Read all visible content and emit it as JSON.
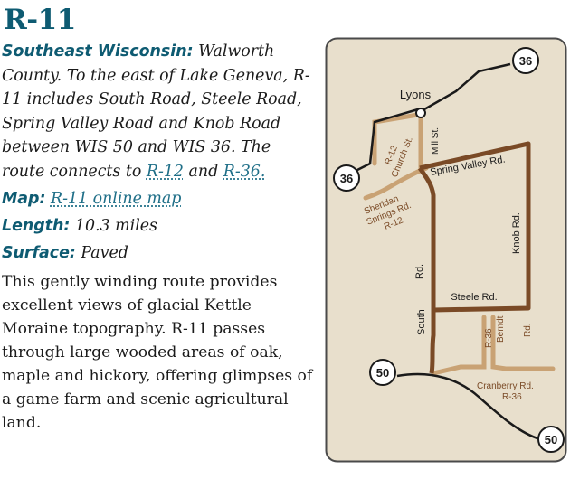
{
  "title": "R-11",
  "intro": {
    "region": "Southeast Wisconsin:",
    "text1": " Walworth County. To the east of Lake Geneva, R-11 includes South Road, Steele Road, Spring Valley Road and Knob Road between WIS 50 and WIS 36. The route connects to ",
    "link1": "R-12",
    "and": " and ",
    "link2": "R-36.",
    "tail": ""
  },
  "map_row": {
    "label": "Map:",
    "link": "R-11 online map"
  },
  "length_row": {
    "label": "Length:",
    "value": "10.3 miles"
  },
  "surface_row": {
    "label": "Surface:",
    "value": "Paved"
  },
  "description": "This gently winding route provides excellent views of glacial Kettle Moraine topography. R-11 passes through large wooded areas of oak, maple and hickory, offering glimpses of a game farm and scenic agricultural land.",
  "map": {
    "colors": {
      "background": "#e8dfcc",
      "border": "#4a4a4a",
      "route": "#7a4a26",
      "road": "#c9a274"
    },
    "labels": {
      "lyons": "Lyons",
      "hwy36_top": "36",
      "hwy36_left": "36",
      "hwy50_left": "50",
      "hwy50_bottom": "50",
      "r12_church": "R-12\nChurch St.",
      "mill": "Mill St.",
      "spring_valley": "Spring Valley Rd.",
      "sheridan": "Sheridan\nSprings Rd.\nR-12",
      "knob": "Knob Rd.",
      "south": "South\nRd.",
      "steele": "Steele Rd.",
      "r36_berndt": "R-36\nBerndt\nRd.",
      "cranberry": "Cranberry Rd.\nR-36"
    }
  }
}
